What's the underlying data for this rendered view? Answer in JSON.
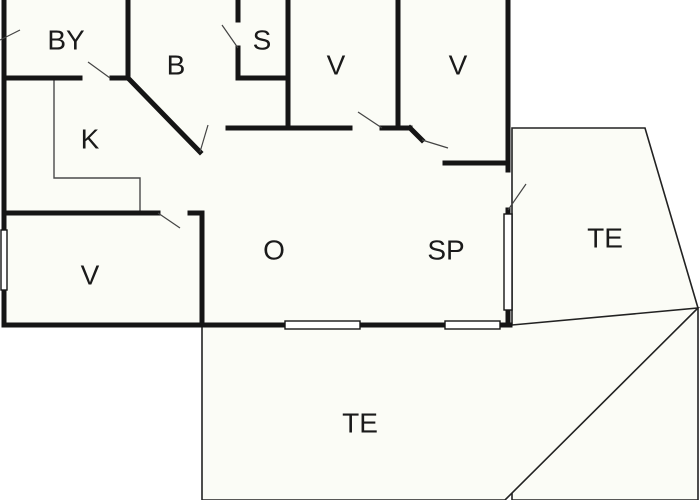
{
  "plan": {
    "rooms": [
      {
        "id": "by",
        "label": "BY"
      },
      {
        "id": "b",
        "label": "B"
      },
      {
        "id": "s",
        "label": "S"
      },
      {
        "id": "v1",
        "label": "V"
      },
      {
        "id": "v2",
        "label": "V"
      },
      {
        "id": "k",
        "label": "K"
      },
      {
        "id": "o",
        "label": "O"
      },
      {
        "id": "sp",
        "label": "SP"
      },
      {
        "id": "v3",
        "label": "V"
      },
      {
        "id": "te1",
        "label": "TE"
      },
      {
        "id": "te2",
        "label": "TE"
      }
    ]
  }
}
